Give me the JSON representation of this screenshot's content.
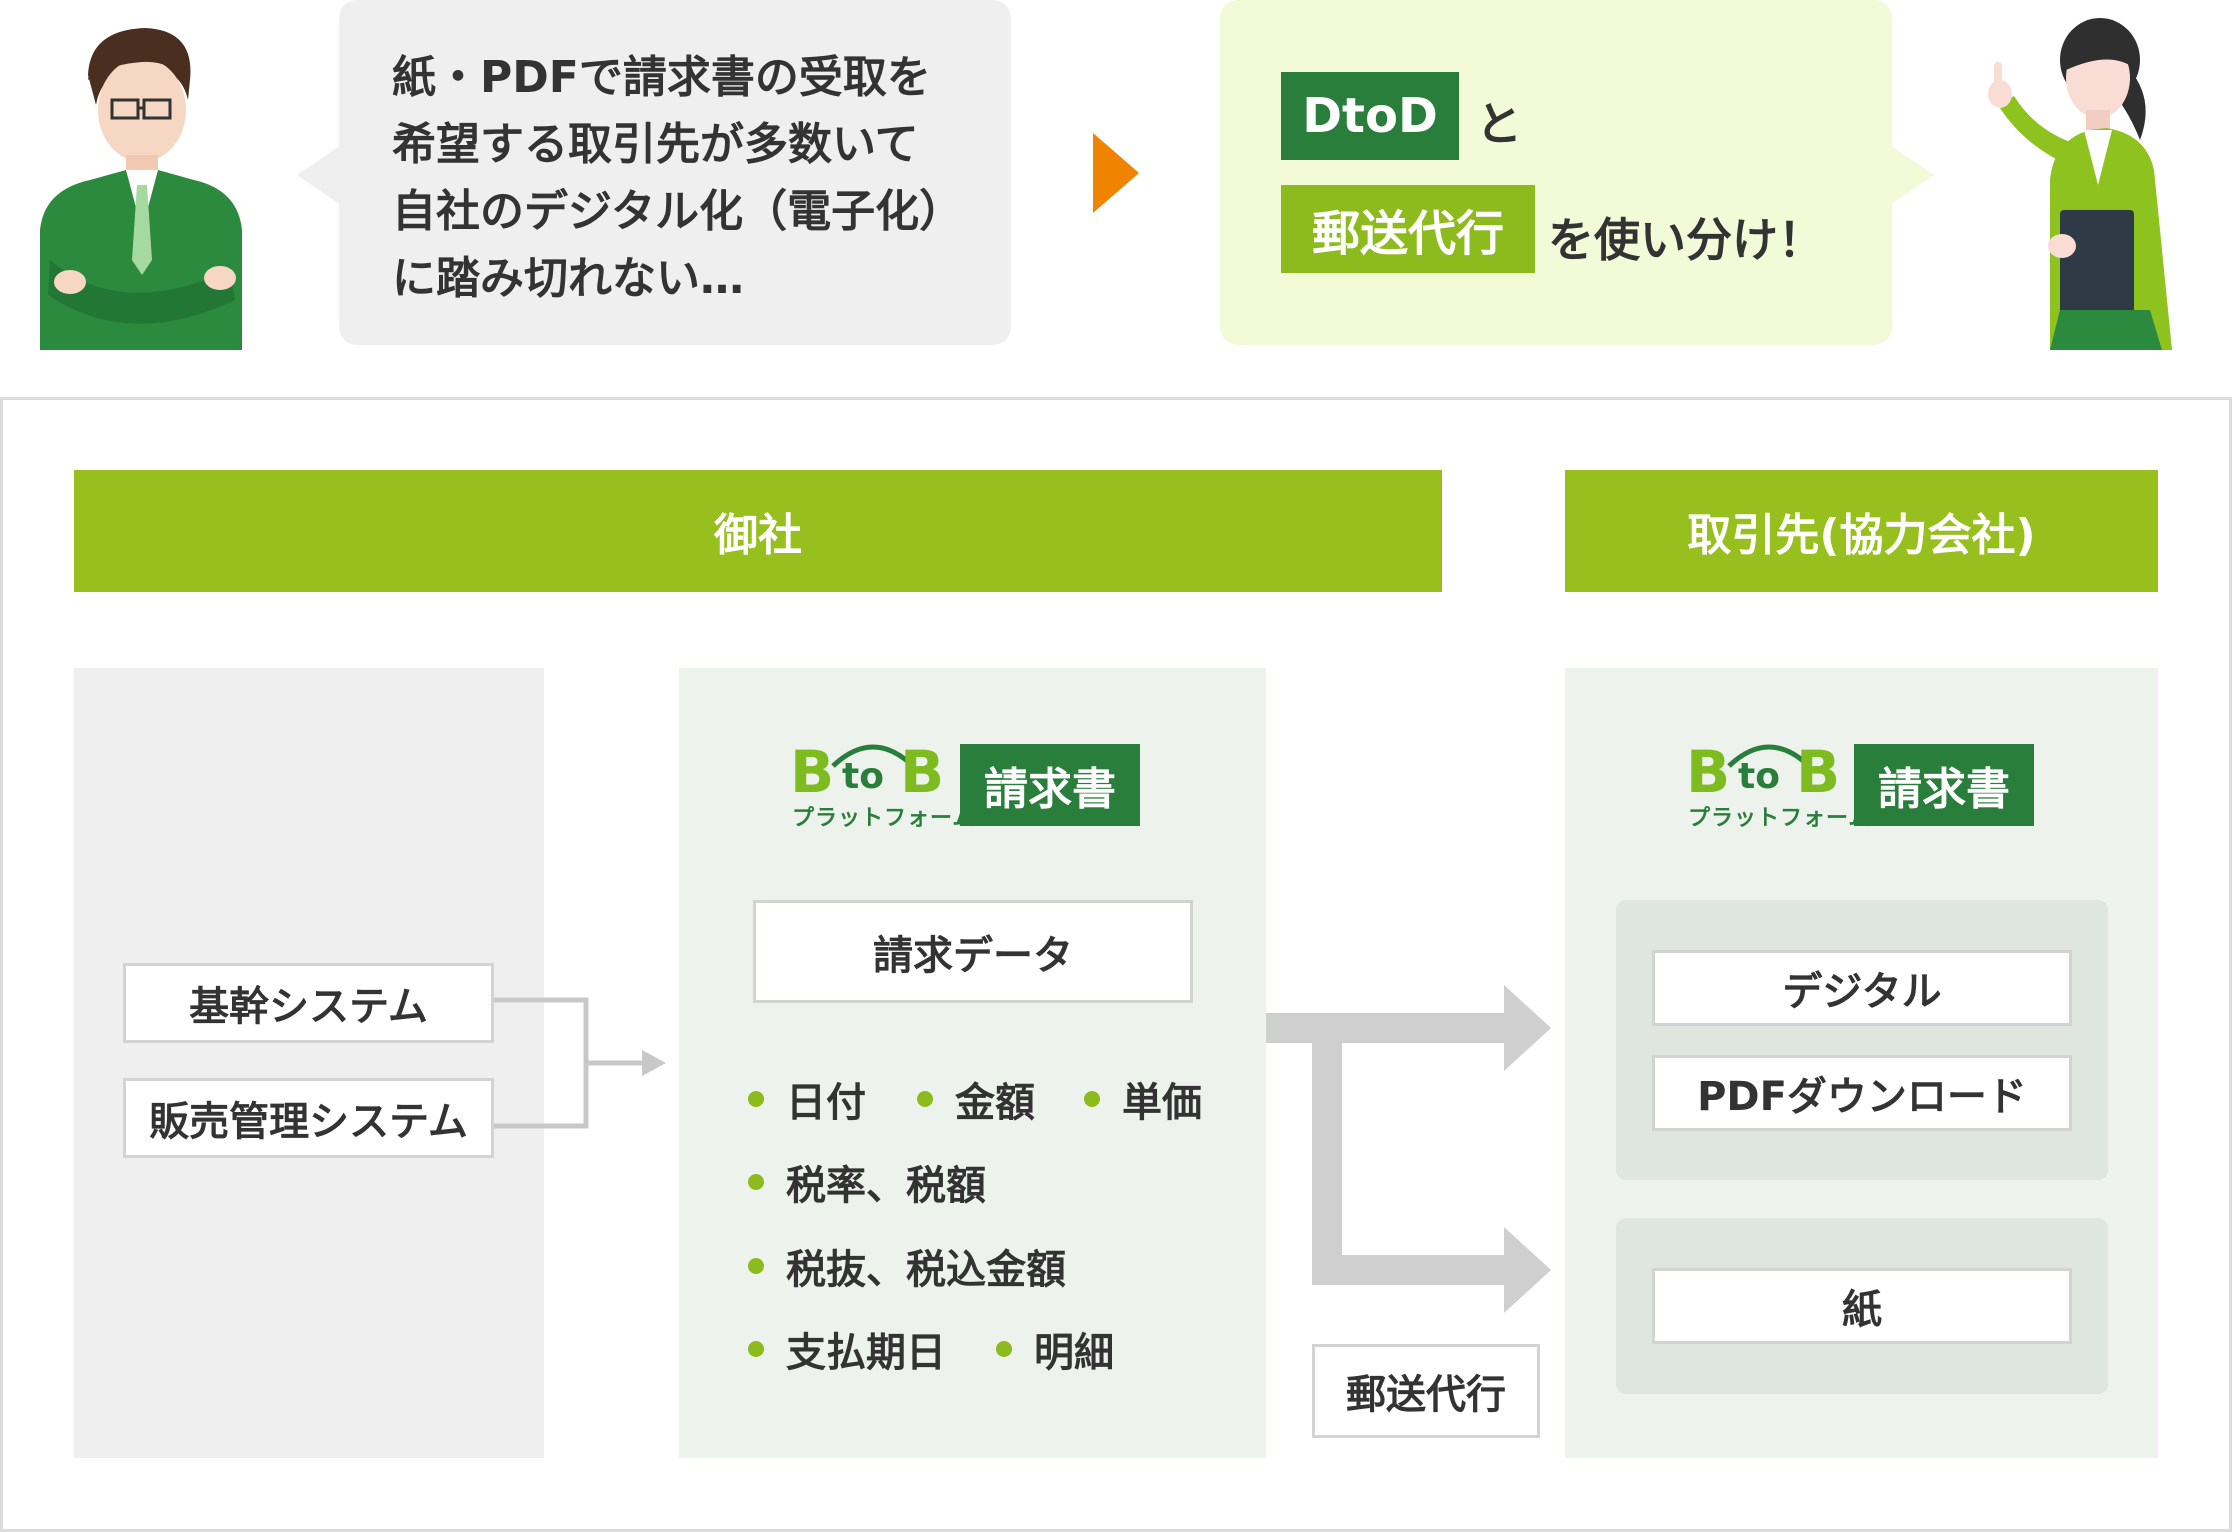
{
  "top": {
    "left_bubble_lines": [
      "紙・PDFで請求書の受取を",
      "希望する取引先が多数いて",
      "自社のデジタル化（電子化）",
      "に踏み切れない…"
    ],
    "right_tag_dtod": "DtoD",
    "right_to": "と",
    "right_tag_postal": "郵送代行",
    "right_suffix": "を使い分け！"
  },
  "diagram": {
    "header_own": "御社",
    "header_partner": "取引先(協力会社)",
    "systems": [
      "基幹システム",
      "販売管理システム"
    ],
    "logo": {
      "b1": "B",
      "to": "to",
      "b2": "B",
      "sub": "プラットフォーム",
      "tag": "請求書"
    },
    "invoice_data_label": "請求データ",
    "items": {
      "row1": [
        "日付",
        "金額",
        "単価"
      ],
      "row2": [
        "税率、税額"
      ],
      "row3": [
        "税抜、税込金額"
      ],
      "row4": [
        "支払期日",
        "明細"
      ]
    },
    "postal_label": "郵送代行",
    "partner_digital": [
      "デジタル",
      "PDFダウンロード"
    ],
    "partner_paper": [
      "紙"
    ]
  },
  "colors": {
    "lime": "#97bf1d",
    "dark_green": "#2a7e3b",
    "orange_arrow": "#f08300",
    "connector_gray": "#c8c8c8"
  },
  "icons": [
    "businessman-crossed-arms",
    "businesswoman-pointing",
    "orange-play-arrow",
    "bto-b-platform-logo"
  ]
}
